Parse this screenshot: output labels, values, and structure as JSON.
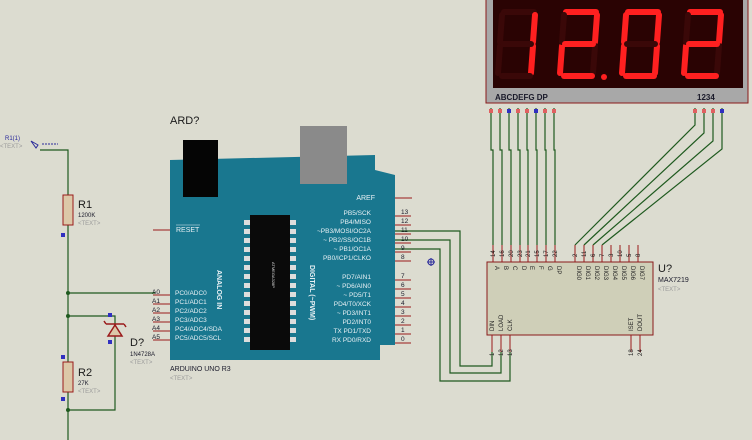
{
  "colors": {
    "wire": "#1f5a1f",
    "pin": "#9a1a1a",
    "board": "#19778f",
    "segOn": "#ff2020",
    "segOff": "#3a0808",
    "displayBg": "#2a0303",
    "chipBody": "#cfcfb8"
  },
  "display": {
    "digits": [
      "1",
      "2",
      "0",
      "2"
    ],
    "decimal_point_after": 2,
    "segment_label": "ABCDEFG  DP",
    "digit_label": "1234"
  },
  "arduino": {
    "ref": "ARD?",
    "name": "ARDUINO UNO R3",
    "text": "<TEXT>",
    "aref": "AREF",
    "reset": "RESET",
    "analog_label": "ANALOG IN",
    "digital_label": "DIGITAL (~PWM)",
    "chip_label": "ATMEGA328P",
    "digital_pins": [
      {
        "n": "13",
        "f": "PB5/SCK"
      },
      {
        "n": "12",
        "f": "PB4/MISO"
      },
      {
        "n": "11",
        "f": "~PB3/MOSI/OC2A"
      },
      {
        "n": "10",
        "f": "~ PB2/SS/OC1B"
      },
      {
        "n": "9",
        "f": "~ PB1/OC1A"
      },
      {
        "n": "8",
        "f": "PB0/ICP1/CLKO"
      },
      {
        "n": "7",
        "f": "PD7/AIN1"
      },
      {
        "n": "6",
        "f": "~ PD6/AIN0"
      },
      {
        "n": "5",
        "f": "~ PD5/T1"
      },
      {
        "n": "4",
        "f": "PD4/T0/XCK"
      },
      {
        "n": "3",
        "f": "~ PD3/INT1"
      },
      {
        "n": "2",
        "f": "PD2/INT0"
      },
      {
        "n": "1",
        "f": "TX  PD1/TXD"
      },
      {
        "n": "0",
        "f": "RX  PD0/RXD"
      }
    ],
    "analog_pins": [
      {
        "n": "A0",
        "f": "PC0/ADC0"
      },
      {
        "n": "A1",
        "f": "PC1/ADC1"
      },
      {
        "n": "A2",
        "f": "PC2/ADC2"
      },
      {
        "n": "A3",
        "f": "PC3/ADC3"
      },
      {
        "n": "A4",
        "f": "PC4/ADC4/SDA"
      },
      {
        "n": "A5",
        "f": "PC5/ADC5/SCL"
      }
    ]
  },
  "max7219": {
    "ref": "U?",
    "name": "MAX7219",
    "text": "<TEXT>",
    "top_pins": [
      {
        "n": "14",
        "f": "A"
      },
      {
        "n": "16",
        "f": "B"
      },
      {
        "n": "20",
        "f": "C"
      },
      {
        "n": "23",
        "f": "D"
      },
      {
        "n": "21",
        "f": "E"
      },
      {
        "n": "15",
        "f": "F"
      },
      {
        "n": "17",
        "f": "G"
      },
      {
        "n": "22",
        "f": "DP"
      },
      {
        "n": "2",
        "f": "DIG0"
      },
      {
        "n": "11",
        "f": "DIG1"
      },
      {
        "n": "6",
        "f": "DIG2"
      },
      {
        "n": "7",
        "f": "DIG3"
      },
      {
        "n": "3",
        "f": "DIG4"
      },
      {
        "n": "10",
        "f": "DIG5"
      },
      {
        "n": "5",
        "f": "DIG6"
      },
      {
        "n": "8",
        "f": "DIG7"
      }
    ],
    "bottom_pins": [
      {
        "n": "1",
        "f": "DIN"
      },
      {
        "n": "12",
        "f": "LOAD"
      },
      {
        "n": "13",
        "f": "CLK"
      },
      {
        "n": "18",
        "f": "ISET"
      },
      {
        "n": "24",
        "f": "DOUT"
      }
    ]
  },
  "terminal": {
    "ref": "R1(1)",
    "text": "<TEXT>"
  },
  "r1": {
    "ref": "R1",
    "value": "1200K",
    "text": "<TEXT>"
  },
  "r2": {
    "ref": "R2",
    "value": "27K",
    "text": "<TEXT>"
  },
  "d1": {
    "ref": "D?",
    "value": "1N4728A",
    "text": "<TEXT>"
  }
}
